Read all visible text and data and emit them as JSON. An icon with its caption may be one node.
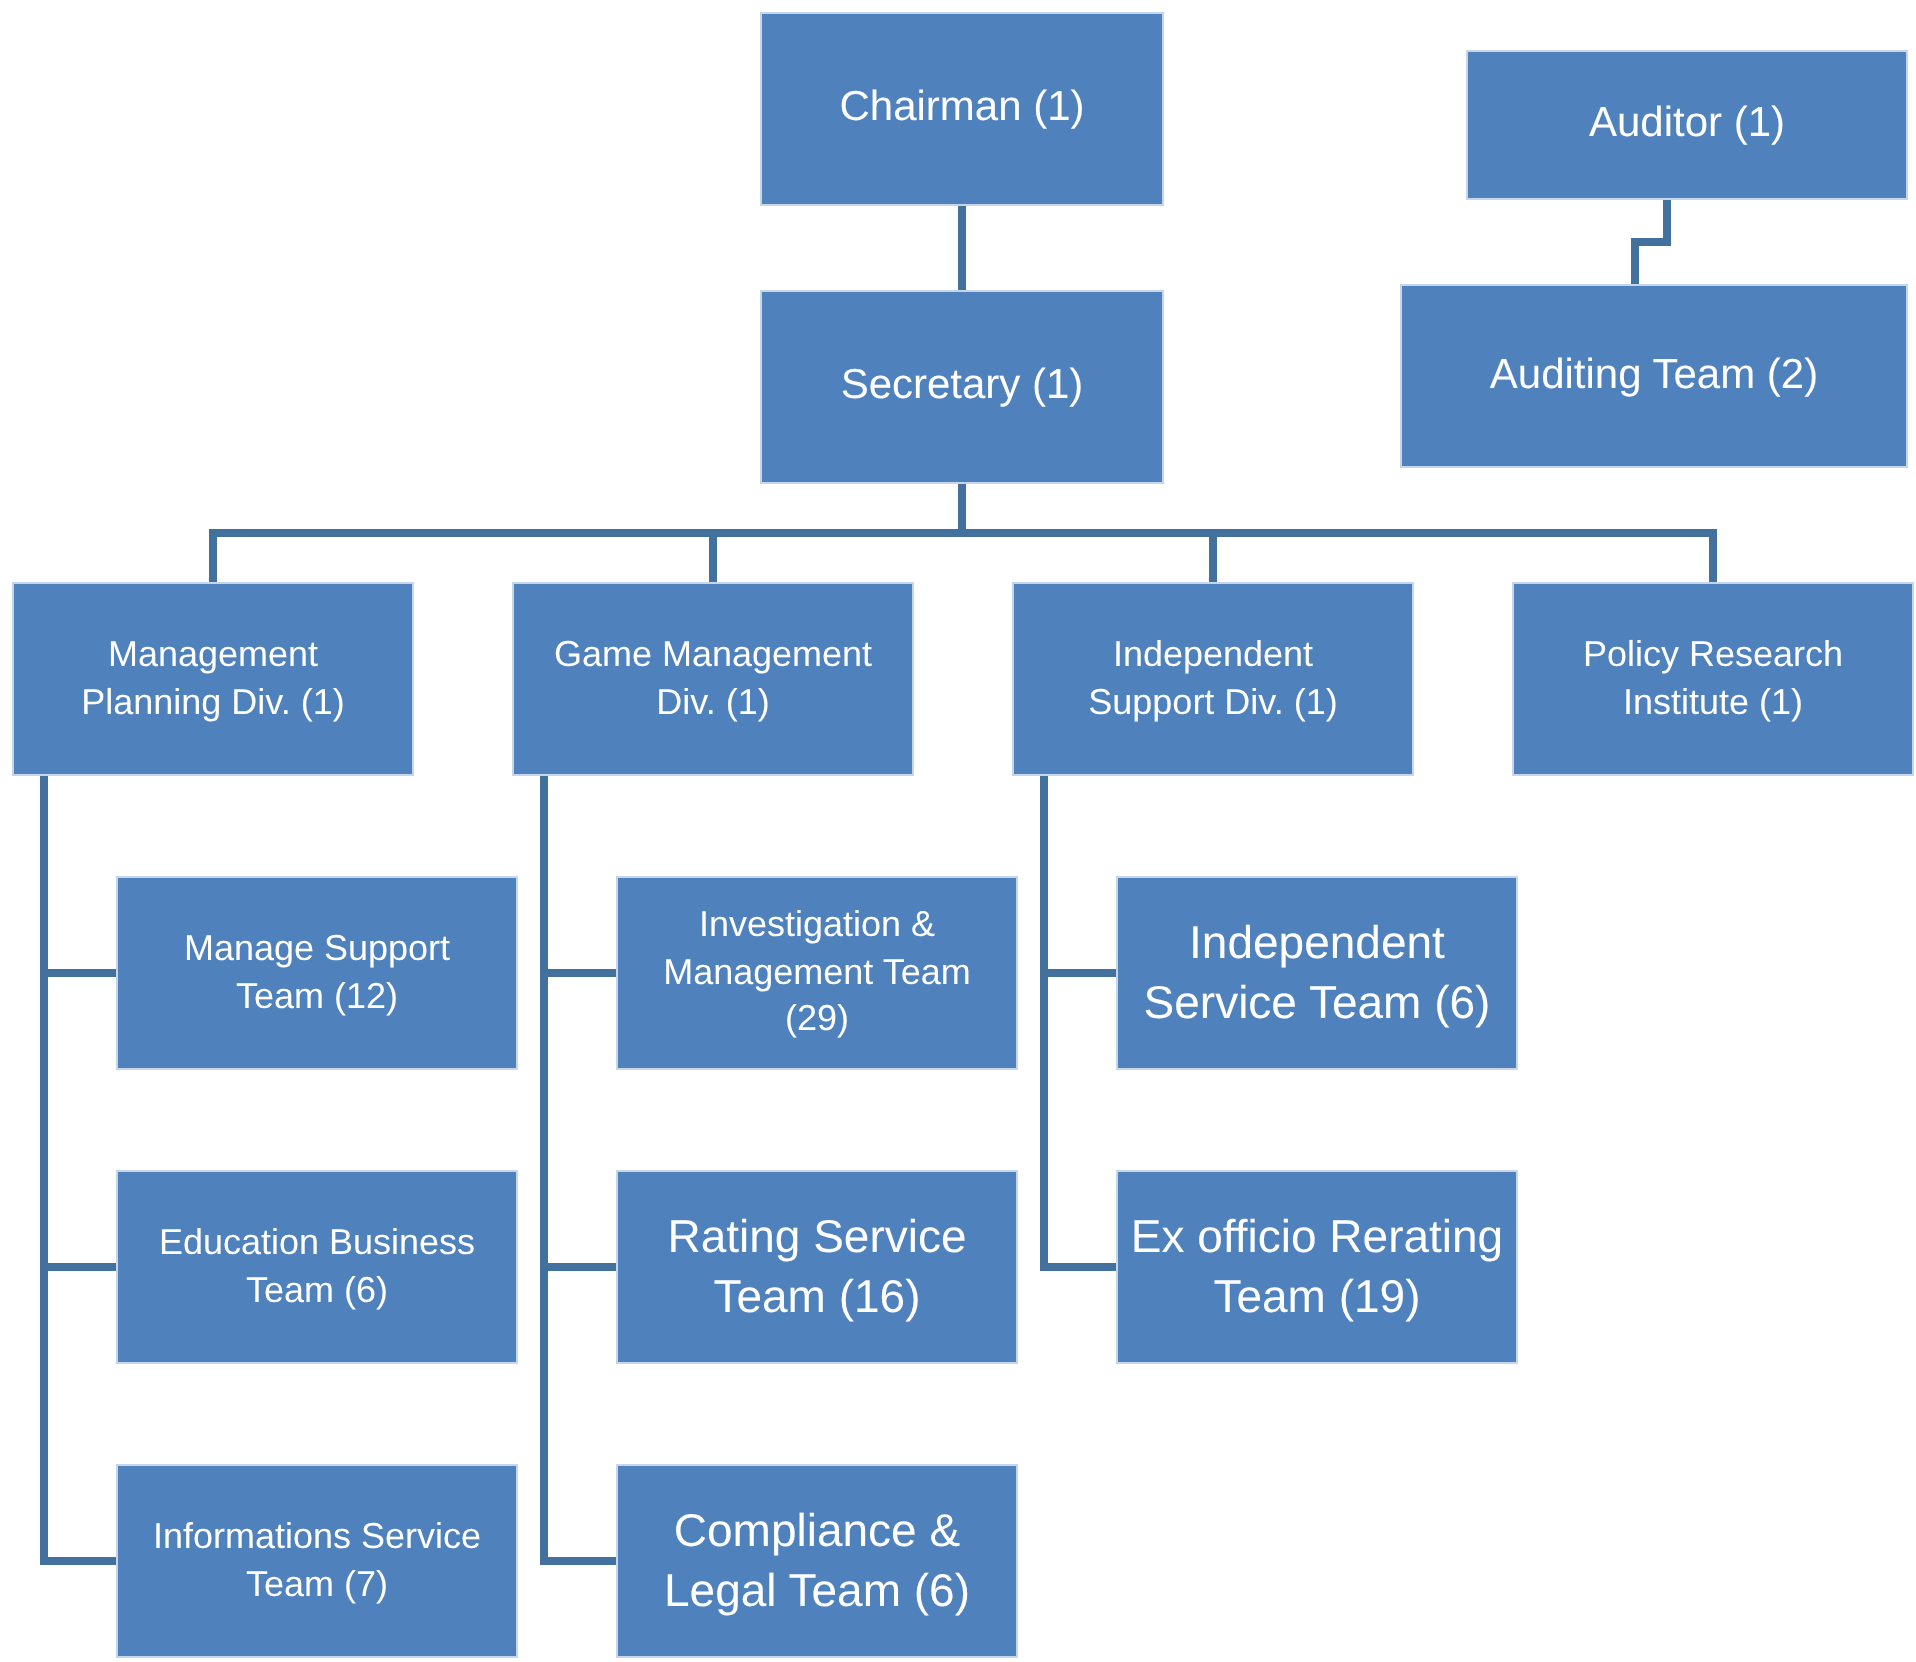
{
  "diagram": {
    "nodes": [
      {
        "text": [
          "Chairman (1)"
        ]
      },
      {
        "text": [
          "Auditor (1)"
        ]
      },
      {
        "text": [
          "Secretary (1)"
        ]
      },
      {
        "text": [
          "Auditing Team (2)"
        ]
      },
      {
        "text": [
          "Management Planning Div. (1)"
        ]
      },
      {
        "text": [
          "Game Management Div. (1)"
        ]
      },
      {
        "text": [
          "Independent Support Div. (1)"
        ]
      },
      {
        "text": [
          "Policy Research Institute (1)"
        ]
      },
      {
        "text": [
          "Manage Support Team (12)"
        ]
      },
      {
        "text": [
          "Investigation & Management Team (29)"
        ]
      },
      {
        "text": [
          "Independent Service Team (6)"
        ]
      },
      {
        "text": [
          "Education Business Team (6)"
        ]
      },
      {
        "text": [
          "Rating Service Team (16)"
        ]
      },
      {
        "text": [
          "Ex officio Rerating Team (19)"
        ]
      },
      {
        "text": [
          "Informations Service Team (7)"
        ]
      },
      {
        "text": [
          "Compliance & Legal Team (6)"
        ]
      }
    ],
    "edges": [
      {
        "from": 0,
        "to": 2,
        "arrow": "none"
      },
      {
        "from": 1,
        "to": 3,
        "arrow": "none"
      },
      {
        "from": 2,
        "to": 4,
        "arrow": "none"
      },
      {
        "from": 2,
        "to": 5,
        "arrow": "none"
      },
      {
        "from": 2,
        "to": 6,
        "arrow": "none"
      },
      {
        "from": 2,
        "to": 7,
        "arrow": "none"
      },
      {
        "from": 4,
        "to": 8,
        "arrow": "none"
      },
      {
        "from": 4,
        "to": 11,
        "arrow": "none"
      },
      {
        "from": 4,
        "to": 14,
        "arrow": "none"
      },
      {
        "from": 5,
        "to": 9,
        "arrow": "none"
      },
      {
        "from": 5,
        "to": 12,
        "arrow": "none"
      },
      {
        "from": 5,
        "to": 15,
        "arrow": "none"
      },
      {
        "from": 6,
        "to": 10,
        "arrow": "none"
      },
      {
        "from": 6,
        "to": 13,
        "arrow": "none"
      }
    ]
  }
}
